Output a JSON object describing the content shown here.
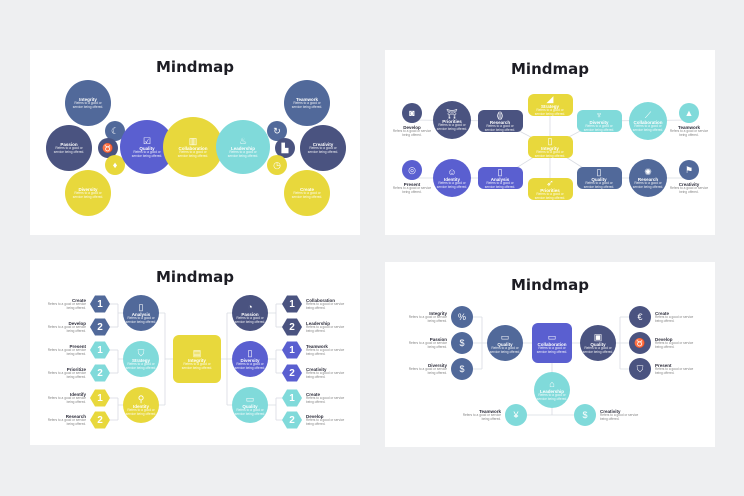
{
  "colors": {
    "slate": "#51699a",
    "navy": "#4a5380",
    "purple": "#5a5fd0",
    "yellow": "#e8d83c",
    "cyan": "#80dada",
    "line": "#d8dbe2"
  },
  "slides": [
    {
      "title": "Mindmap",
      "nodes": [
        {
          "label": "Integrity",
          "desc": "Refers to a good or service being offered.",
          "icon": ""
        },
        {
          "label": "Passion",
          "desc": "Refers to a good or service being offered.",
          "icon": ""
        },
        {
          "label": "Diversity",
          "desc": "Refers to a good or service being offered.",
          "icon": ""
        },
        {
          "label": "",
          "desc": "",
          "icon": "☾"
        },
        {
          "label": "",
          "desc": "",
          "icon": "♉"
        },
        {
          "label": "",
          "desc": "",
          "icon": "♦"
        },
        {
          "label": "Quality",
          "desc": "Refers to a good or service being offered.",
          "icon": "☑"
        },
        {
          "label": "Collaboration",
          "desc": "Refers to a good or service being offered.",
          "icon": "▥"
        },
        {
          "label": "Leadership",
          "desc": "Refers to a good or service being offered.",
          "icon": "♨"
        },
        {
          "label": "Teamwork",
          "desc": "Refers to a good or service being offered.",
          "icon": ""
        },
        {
          "label": "Creativity",
          "desc": "Refers to a good or service being offered.",
          "icon": ""
        },
        {
          "label": "Create",
          "desc": "Refers to a good or service being offered.",
          "icon": ""
        },
        {
          "label": "",
          "desc": "",
          "icon": "↻"
        },
        {
          "label": "",
          "desc": "",
          "icon": "▙"
        },
        {
          "label": "",
          "desc": "",
          "icon": "◷"
        }
      ]
    },
    {
      "title": "Mindmap",
      "nodes": [
        {
          "label": "Develop",
          "desc": "Refers to a good or service being offered.",
          "icon": "◙"
        },
        {
          "label": "Priorities",
          "desc": "Refers to a good or service being offered.",
          "icon": "⛩"
        },
        {
          "label": "Research",
          "desc": "Refers to a good or service being offered.",
          "icon": "⟬⟭"
        },
        {
          "label": "Strategy",
          "desc": "Refers to a good or service being offered.",
          "icon": "◢"
        },
        {
          "label": "Integrity",
          "desc": "Refers to a good or service being offered.",
          "icon": "▯"
        },
        {
          "label": "Priorities",
          "desc": "Refers to a good or service being offered.",
          "icon": "➶"
        },
        {
          "label": "Diversity",
          "desc": "Refers to a good or service being offered.",
          "icon": "♆"
        },
        {
          "label": "Collaboration",
          "desc": "Refers to a good or service being offered.",
          "icon": "⟋"
        },
        {
          "label": "Teamwork",
          "desc": "Refers to a good or service being offered.",
          "icon": "▲"
        },
        {
          "label": "Present",
          "desc": "Refers to a good or service being offered.",
          "icon": "◎"
        },
        {
          "label": "Identity",
          "desc": "Refers to a good or service being offered.",
          "icon": "☺"
        },
        {
          "label": "Analysis",
          "desc": "Refers to a good or service being offered.",
          "icon": "▯"
        },
        {
          "label": "Quality",
          "desc": "Refers to a good or service being offered.",
          "icon": "▯"
        },
        {
          "label": "Research",
          "desc": "Refers to a good or service being offered.",
          "icon": "✺"
        },
        {
          "label": "Creativity",
          "desc": "Refers to a good or service being offered.",
          "icon": "⚑"
        }
      ]
    },
    {
      "title": "Mindmap",
      "nodes": [
        {
          "label": "Create",
          "desc": "Refers to a good or service being offered.",
          "icon": "1"
        },
        {
          "label": "Develop",
          "desc": "Refers to a good or service being offered.",
          "icon": "2"
        },
        {
          "label": "Present",
          "desc": "Refers to a good or service being offered.",
          "icon": "1"
        },
        {
          "label": "Prioritize",
          "desc": "Refers to a good or service being offered.",
          "icon": "2"
        },
        {
          "label": "Identify",
          "desc": "Refers to a good or service being offered.",
          "icon": "1"
        },
        {
          "label": "Research",
          "desc": "Refers to a good or service being offered.",
          "icon": "2"
        },
        {
          "label": "Analysis",
          "desc": "Refers to a good or service being offered.",
          "icon": "▯"
        },
        {
          "label": "Strategy",
          "desc": "Refers to a good or service being offered.",
          "icon": "⛉"
        },
        {
          "label": "Identity",
          "desc": "Refers to a good or service being offered.",
          "icon": "⚲"
        },
        {
          "label": "Integrity",
          "desc": "Refers to a good or service being offered.",
          "icon": "▤"
        },
        {
          "label": "Passion",
          "desc": "Refers to a good or service being offered.",
          "icon": "◔"
        },
        {
          "label": "Diversity",
          "desc": "Refers to a good or service being offered.",
          "icon": "▯"
        },
        {
          "label": "Quality",
          "desc": "Refers to a good or service being offered.",
          "icon": "▭"
        },
        {
          "label": "Collaboration",
          "desc": "Refers to a good or service being offered.",
          "icon": "1"
        },
        {
          "label": "Leadership",
          "desc": "Refers to a good or service being offered.",
          "icon": "2"
        },
        {
          "label": "Teamwork",
          "desc": "Refers to a good or service being offered.",
          "icon": "1"
        },
        {
          "label": "Creativity",
          "desc": "Refers to a good or service being offered.",
          "icon": "2"
        },
        {
          "label": "Create",
          "desc": "Refers to a good or service being offered.",
          "icon": "1"
        },
        {
          "label": "Develop",
          "desc": "Refers to a good or service being offered.",
          "icon": "2"
        }
      ]
    },
    {
      "title": "Mindmap",
      "nodes": [
        {
          "label": "Integrity",
          "desc": "Refers to a good or service being offered.",
          "icon": "%"
        },
        {
          "label": "Passion",
          "desc": "Refers to a good or service being offered.",
          "icon": "$"
        },
        {
          "label": "Diversity",
          "desc": "Refers to a good or service being offered.",
          "icon": "$"
        },
        {
          "label": "Quality",
          "desc": "Refers to a good or service being offered.",
          "icon": "▭"
        },
        {
          "label": "Collaboration",
          "desc": "Refers to a good or service being offered.",
          "icon": "▭"
        },
        {
          "label": "Quality",
          "desc": "Refers to a good or service being offered.",
          "icon": "▣"
        },
        {
          "label": "Create",
          "desc": "Refers to a good or service being offered.",
          "icon": "€"
        },
        {
          "label": "Develop",
          "desc": "Refers to a good or service being offered.",
          "icon": "♉"
        },
        {
          "label": "Present",
          "desc": "Refers to a good or service being offered.",
          "icon": "⛉"
        },
        {
          "label": "Leadership",
          "desc": "Refers to a good or service being offered.",
          "icon": "⌂"
        },
        {
          "label": "Teamwork",
          "desc": "Refers to a good or service being offered.",
          "icon": "¥"
        },
        {
          "label": "Creativity",
          "desc": "Refers to a good or service being offered.",
          "icon": "$"
        }
      ]
    }
  ]
}
